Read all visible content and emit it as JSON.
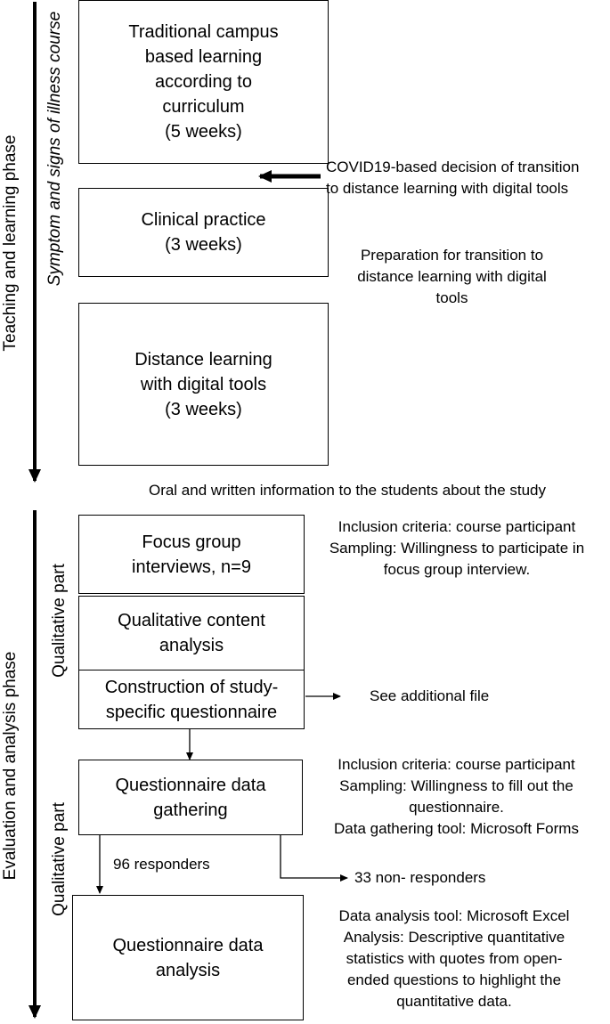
{
  "phases": {
    "teaching": "Teaching and learning phase",
    "evaluation": "Evaluation and analysis phase"
  },
  "side_labels": {
    "symptom_course": "Symptom and signs of illness course",
    "qualitative_part_1": "Qualitative part",
    "qualitative_part_2": "Qualitative part"
  },
  "boxes": {
    "campus": "Traditional campus\nbased learning\naccording to\ncurriculum\n(5 weeks)",
    "clinical": "Clinical practice\n(3 weeks)",
    "distance": "Distance learning\nwith digital tools\n(3 weeks)",
    "focus_group": "Focus group\ninterviews, n=9",
    "content_analysis": "Qualitative content\nanalysis",
    "construction": "Construction of study-\nspecific questionnaire",
    "data_gathering": "Questionnaire data\ngathering",
    "data_analysis": "Questionnaire data\nanalysis"
  },
  "notes": {
    "covid": "COVID19-based decision of transition\nto distance learning with digital tools",
    "preparation": "Preparation for transition to\ndistance learning with digital\ntools",
    "oral_written": "Oral and written information to the students about the study",
    "inclusion_focus": "Inclusion criteria: course participant\nSampling: Willingness to participate in\nfocus group interview.",
    "see_file": "See additional file",
    "inclusion_questionnaire": "Inclusion criteria: course participant\nSampling: Willingness to fill out the\nquestionnaire.\nData gathering tool: Microsoft Forms",
    "responders": "96 responders",
    "non_responders": "33 non- responders",
    "analysis_tool": "Data analysis tool: Microsoft Excel\nAnalysis: Descriptive quantitative\nstatistics with quotes from open-\nended questions to highlight the\nquantitative data."
  }
}
